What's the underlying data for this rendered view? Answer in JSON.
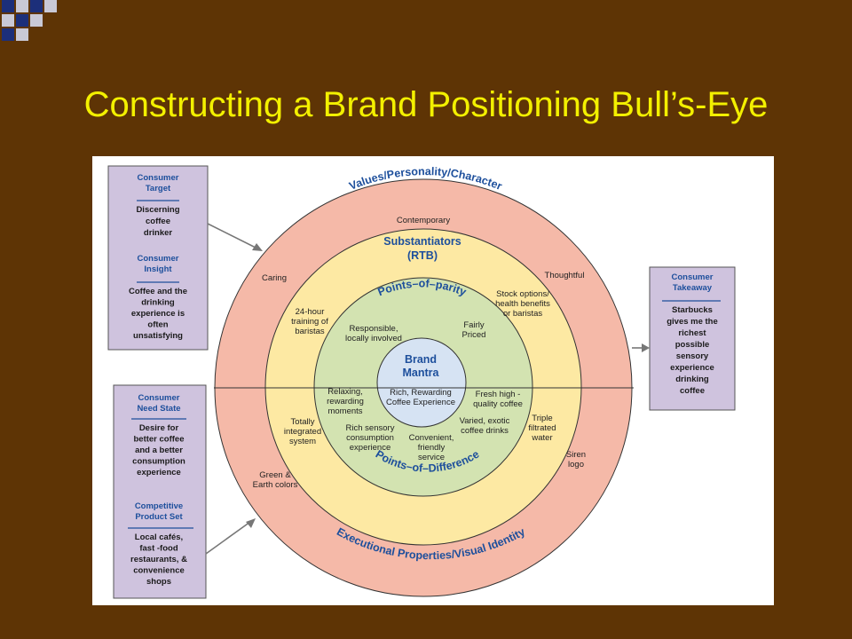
{
  "slide": {
    "title": "Constructing a Brand Positioning Bull’s-Eye"
  },
  "colors": {
    "background": "#5e3405",
    "title": "#f3f000",
    "outer_ring": "#f5b9a8",
    "middle_ring": "#fde9a3",
    "inner_ring": "#d3e3b1",
    "core": "#d6e3f3",
    "box_fill": "#cfc3de",
    "heading_blue": "#1d4f9c"
  },
  "left_boxes": [
    {
      "sections": [
        {
          "heading": [
            "Consumer",
            "Target"
          ],
          "body": [
            "Discerning",
            "coffee",
            "drinker"
          ]
        },
        {
          "heading": [
            "Consumer",
            "Insight"
          ],
          "body": [
            "Coffee and the",
            "drinking",
            "experience is",
            "often",
            "unsatisfying"
          ]
        }
      ]
    },
    {
      "sections": [
        {
          "heading": [
            "Consumer",
            "Need State"
          ],
          "body": [
            "Desire for",
            "better coffee",
            "and a better",
            "consumption",
            "experience"
          ]
        },
        {
          "heading": [
            "Competitive",
            "Product Set"
          ],
          "body": [
            "Local cafés,",
            "fast -food",
            "restaurants, &",
            "convenience",
            "shops"
          ]
        }
      ]
    }
  ],
  "right_box": {
    "heading": [
      "Consumer",
      "Takeaway"
    ],
    "body": [
      "Starbucks",
      "gives me the",
      "richest",
      "possible",
      "sensory",
      "experience",
      "drinking",
      "coffee"
    ]
  },
  "rings": {
    "outer_top_title": "Values/Personality/Character",
    "outer_bottom_title": "Executional Properties/Visual Identity",
    "middle_title": [
      "Substantiators",
      "(RTB)"
    ],
    "inner_top_title": "Points–of–parity",
    "inner_bottom_title": "Points–of–Difference",
    "core_title": [
      "Brand",
      "Mantra"
    ],
    "core_body": [
      "Rich, Rewarding",
      "Coffee Experience"
    ]
  },
  "labels": {
    "contemporary": [
      "Contemporary"
    ],
    "caring": [
      "Caring"
    ],
    "thoughtful": [
      "Thoughtful"
    ],
    "training": [
      "24-hour",
      "training of",
      "baristas"
    ],
    "stock": [
      "Stock options/",
      "health benefits",
      "or baristas"
    ],
    "responsible": [
      "Responsible,",
      "locally involved"
    ],
    "fairly": [
      "Fairly",
      "Priced"
    ],
    "relaxing": [
      "Relaxing,",
      "rewarding",
      "moments"
    ],
    "fresh": [
      "Fresh high -",
      "quality coffee"
    ],
    "totally": [
      "Totally",
      "integrated",
      "system"
    ],
    "rich_sensory": [
      "Rich sensory",
      "consumption",
      "experience"
    ],
    "convenient": [
      "Convenient,",
      "friendly",
      "service"
    ],
    "varied": [
      "Varied, exotic",
      "coffee drinks"
    ],
    "triple": [
      "Triple",
      "filtrated",
      "water"
    ],
    "green": [
      "Green &",
      "Earth colors"
    ],
    "siren": [
      "Siren",
      "logo"
    ]
  }
}
